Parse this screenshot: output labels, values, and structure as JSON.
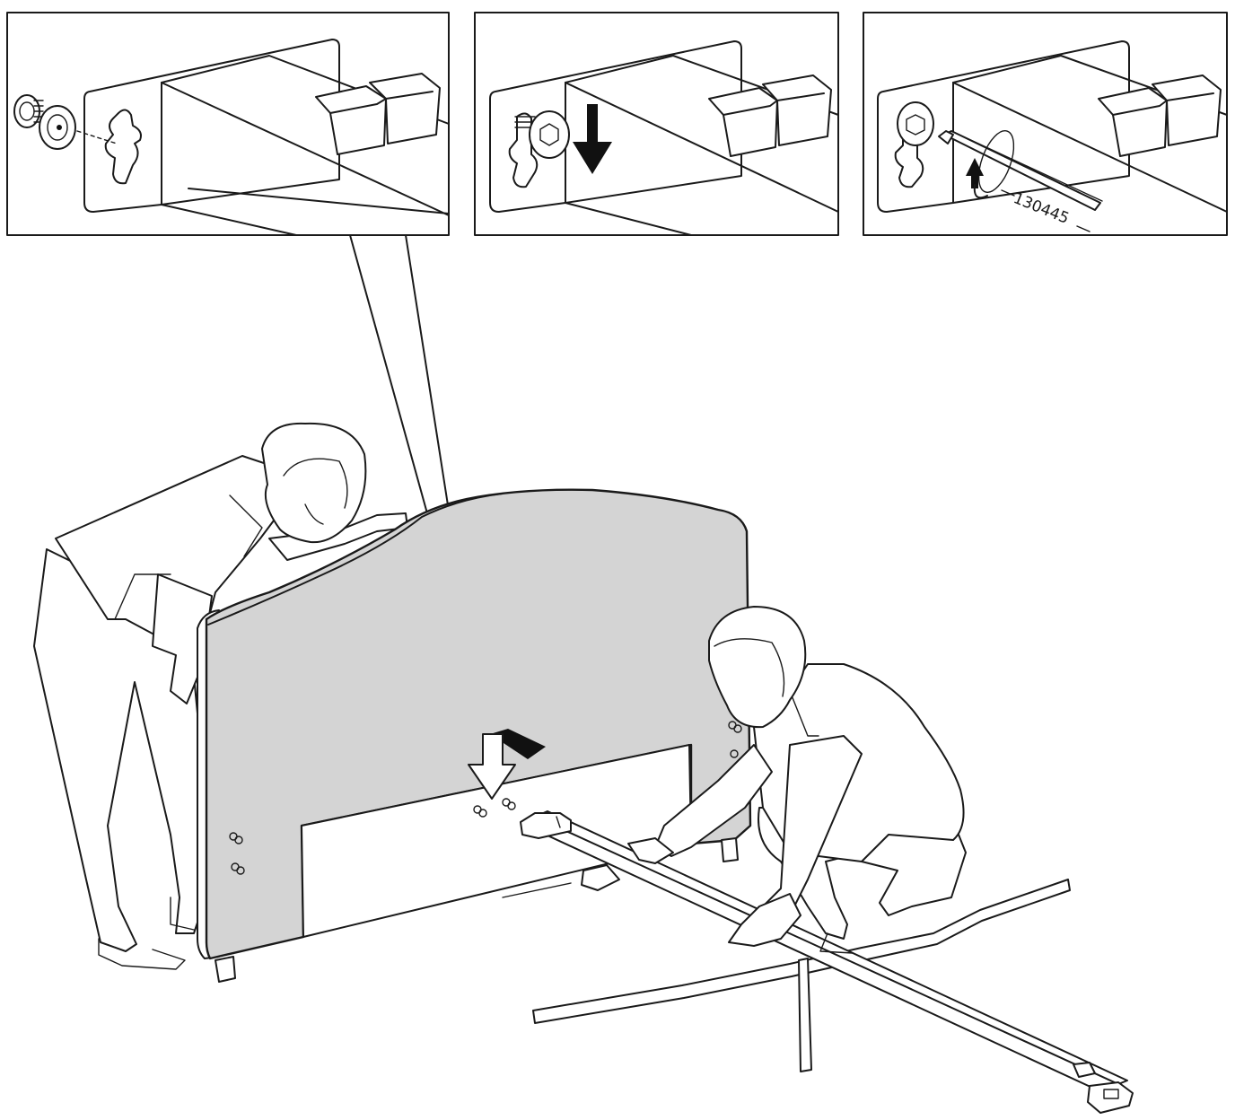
{
  "panels": [
    {
      "id": "step-1",
      "description_tag": "insert-screw"
    },
    {
      "id": "step-2",
      "description_tag": "slide-down"
    },
    {
      "id": "step-3",
      "description_tag": "tighten-with-allen-key"
    }
  ],
  "part_number": "130445",
  "icons": [
    "screw-icon",
    "down-arrow-icon",
    "rotate-arrow-icon",
    "allen-key-icon",
    "insert-arrow-icon"
  ],
  "colors": {
    "headboard": "#d4d4d4",
    "line": "#1a1a1a",
    "background": "#ffffff"
  }
}
